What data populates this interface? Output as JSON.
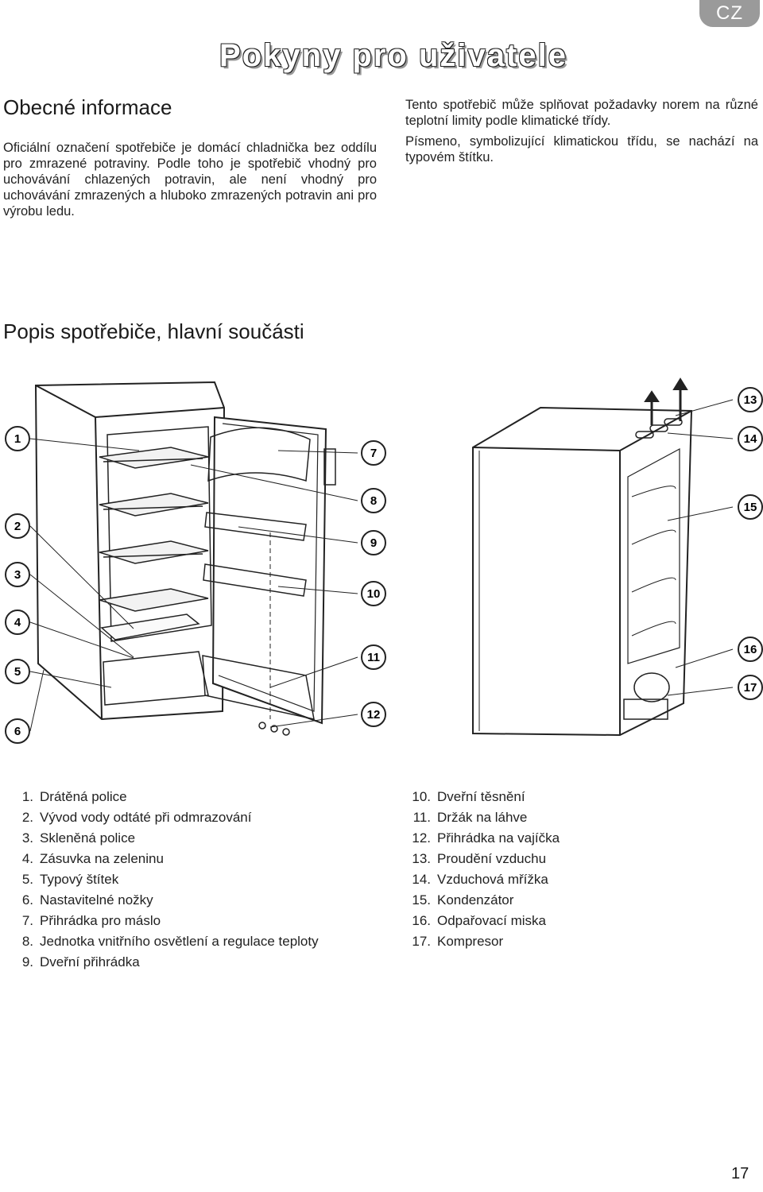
{
  "language_badge": "CZ",
  "title": "Pokyny pro uživatele",
  "general": {
    "heading": "Obecné informace",
    "paragraph": "Oficiální označení spotřebiče je domácí chladnička bez oddílu pro zmrazené potraviny. Podle toho je spotřebič vhodný pro uchovávání chlazených potravin, ale není vhodný pro uchovávání zmrazených a hluboko zmrazených potravin ani pro výrobu ledu.",
    "right_paragraph_1": "Tento spotřebič může splňovat požadavky norem na různé teplotní limity podle klimatické třídy.",
    "right_paragraph_2": "Písmeno, symbolizující klimatickou třídu, se nachází na typovém štítku."
  },
  "description": {
    "heading": "Popis spotřebiče, hlavní součásti"
  },
  "diagram_labels": [
    "1",
    "2",
    "3",
    "4",
    "5",
    "6",
    "7",
    "8",
    "9",
    "10",
    "11",
    "12",
    "13",
    "14",
    "15",
    "16",
    "17"
  ],
  "parts_left": [
    {
      "num": "1.",
      "label": "Drátěná police"
    },
    {
      "num": "2.",
      "label": "Vývod vody odtáté při odmrazování"
    },
    {
      "num": "3.",
      "label": "Skleněná police"
    },
    {
      "num": "4.",
      "label": "Zásuvka na zeleninu"
    },
    {
      "num": "5.",
      "label": "Typový štítek"
    },
    {
      "num": "6.",
      "label": "Nastavitelné nožky"
    },
    {
      "num": "7.",
      "label": "Přihrádka pro máslo"
    },
    {
      "num": "8.",
      "label": "Jednotka vnitřního osvětlení a regulace teploty"
    },
    {
      "num": "9.",
      "label": "Dveřní přihrádka"
    }
  ],
  "parts_right": [
    {
      "num": "10.",
      "label": "Dveřní těsnění"
    },
    {
      "num": "11.",
      "label": "Držák na láhve"
    },
    {
      "num": "12.",
      "label": "Přihrádka na vajíčka"
    },
    {
      "num": "13.",
      "label": "Proudění vzduchu"
    },
    {
      "num": "14.",
      "label": "Vzduchová mřížka"
    },
    {
      "num": "15.",
      "label": "Kondenzátor"
    },
    {
      "num": "16.",
      "label": "Odpařovací miska"
    },
    {
      "num": "17.",
      "label": "Kompresor"
    }
  ],
  "page_number": "17"
}
